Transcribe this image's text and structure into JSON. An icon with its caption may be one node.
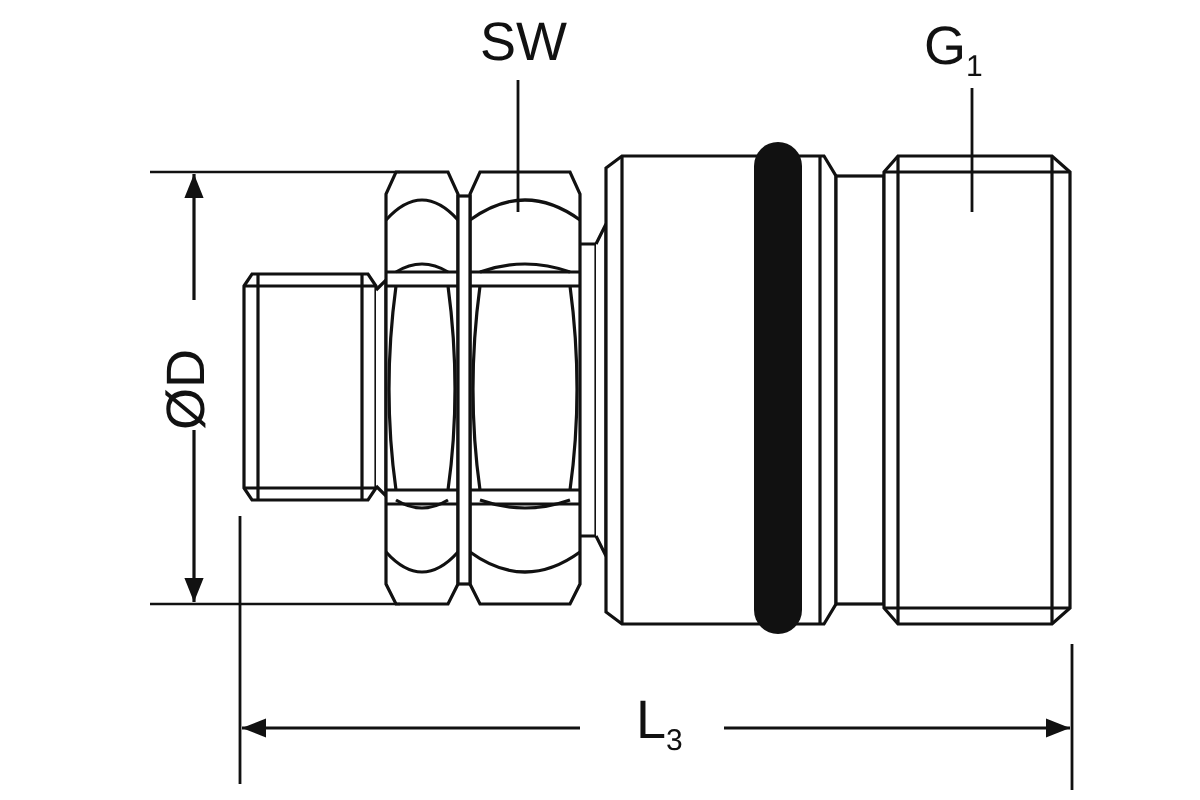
{
  "diagram": {
    "nodes": [
      {
        "text": [
          "SW"
        ]
      },
      {
        "text": [],
        "shape": "picture"
      },
      {
        "text": [
          "G$_{1}$"
        ]
      },
      {
        "text": [],
        "shape": "box"
      }
    ],
    "edges": [
      {
        "from": 0,
        "to": 1,
        "arrow": "none"
      },
      {
        "from": 2,
        "to": 3,
        "arrow": "none"
      }
    ],
    "labels": [
      "ØD",
      "L$_{3}$"
    ]
  }
}
